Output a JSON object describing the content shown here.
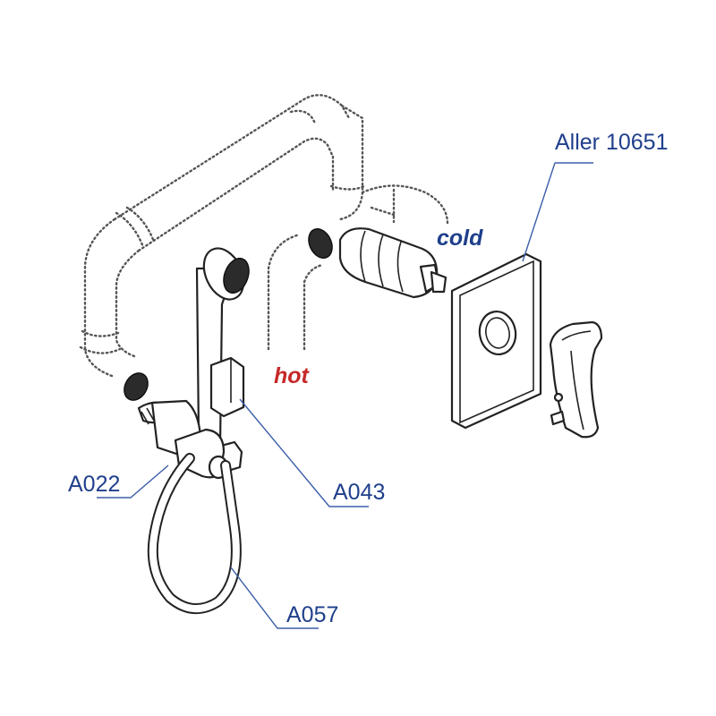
{
  "labels": {
    "cold": "cold",
    "hot": "hot",
    "product": "Aller 10651",
    "angle_valve": "A022",
    "holder": "A043",
    "hose": "A057"
  },
  "colors": {
    "cold": "#1f3f8c",
    "hot": "#c62828",
    "callout": "#1f3f8c",
    "leader": "#3b5ea8",
    "ink": "#222222"
  }
}
